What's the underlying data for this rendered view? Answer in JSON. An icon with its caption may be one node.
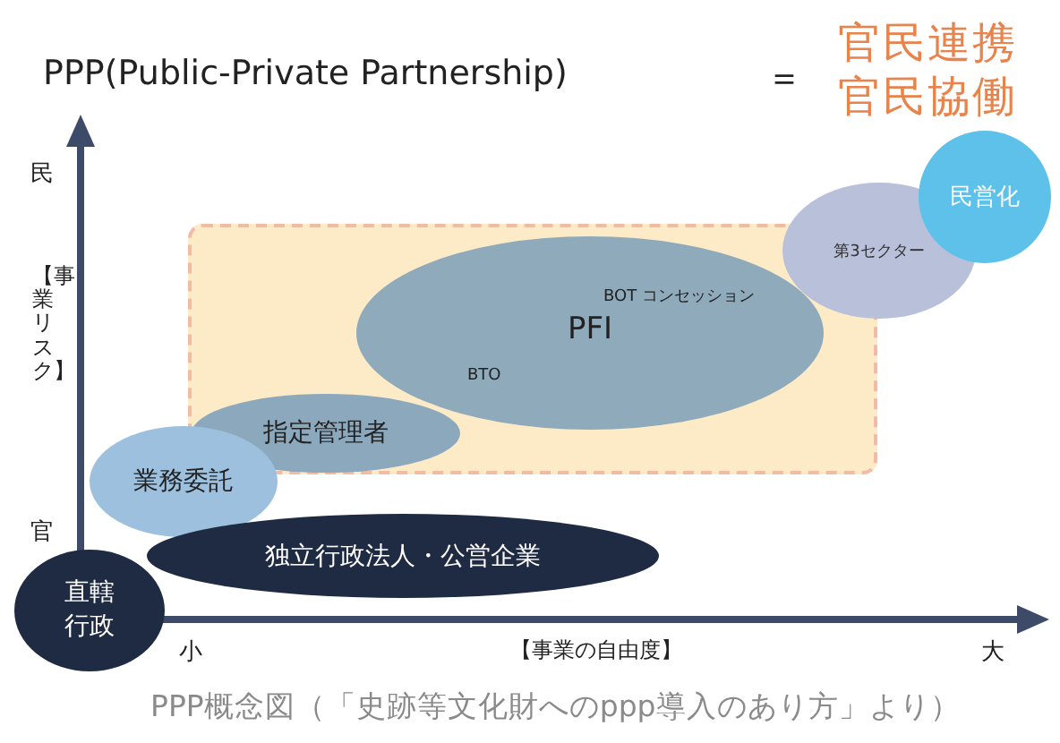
{
  "diagram": {
    "title": "PPP(Public-Private Partnership)",
    "caption": "PPP概念図（「史跡等文化財へのppp導入のあり方」より）",
    "nodes": [
      {
        "text": [],
        "shape": "box"
      },
      {
        "text": [
          "民営化"
        ]
      },
      {
        "text": [
          "第3セクター"
        ]
      },
      {
        "text": [
          "BOT コンセッション",
          "PFI",
          "BTO"
        ],
        "in": 0
      },
      {
        "text": [
          "指定管理者"
        ],
        "in": 0
      },
      {
        "text": [
          "業務委託"
        ]
      },
      {
        "text": [
          "独立行政法人・公営企業"
        ]
      },
      {
        "text": [
          "直轄行政"
        ]
      }
    ],
    "labels": [
      "＝",
      "官民連携",
      "官民協働",
      "民",
      "【事業リスク】",
      "官",
      "小",
      "【事業の自由度】",
      "大"
    ]
  }
}
